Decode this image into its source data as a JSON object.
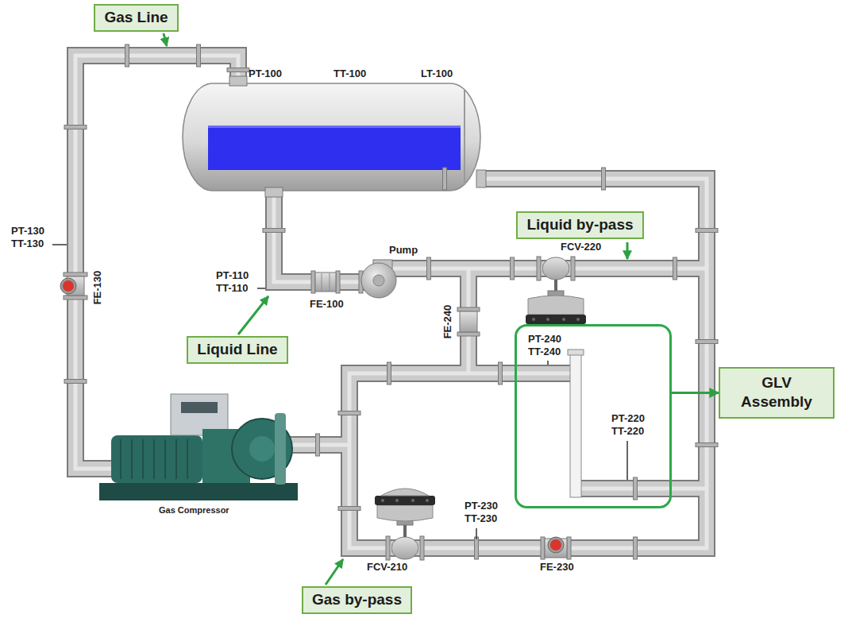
{
  "diagram": {
    "nodes": [
      {
        "text": [
          "Gas Line"
        ]
      },
      {
        "text": [
          "Liquid by-pass"
        ]
      },
      {
        "text": [
          "PT-240",
          "TT-240",
          "PT-220",
          "TT-220"
        ]
      },
      {
        "text": [
          "Liquid Line"
        ]
      },
      {
        "text": [
          "GLV Assembly"
        ]
      },
      {
        "text": [
          "Gas by-pass"
        ]
      }
    ],
    "edges": [
      {
        "from": 2,
        "to": 4,
        "arrow": "to"
      }
    ],
    "labels": [
      "PT-100",
      "TT-100",
      "LT-100",
      "PT-130",
      "TT-130",
      "FE-130",
      "PT-110",
      "TT-110",
      "FE-100",
      "Pump",
      "FCV-220",
      "FE-240",
      "PT-230",
      "TT-230",
      "FCV-210",
      "FE-230",
      "Gas Compressor"
    ]
  }
}
